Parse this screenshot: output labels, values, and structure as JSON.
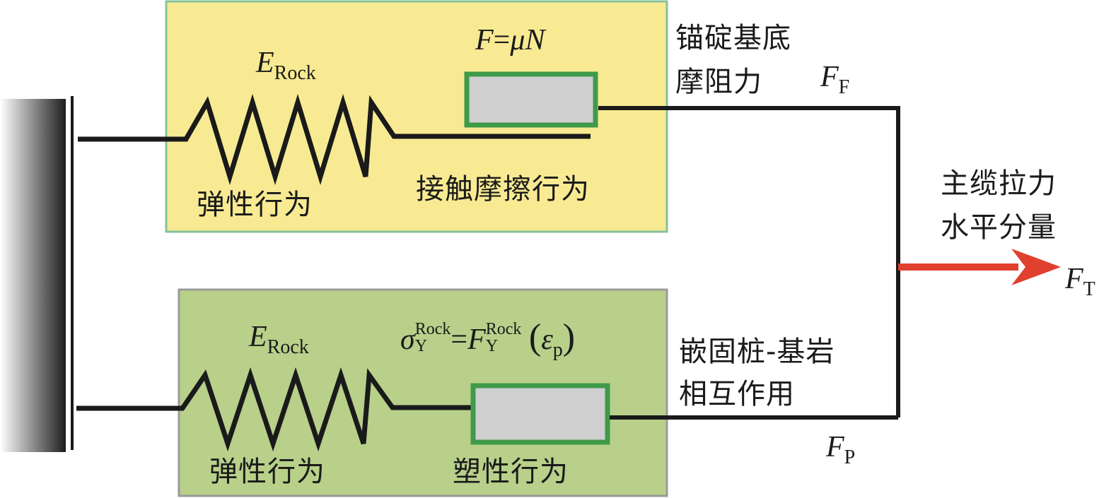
{
  "title": "Anchorage foundation mechanical model",
  "colors": {
    "upper_box_fill": "#f7ea92",
    "upper_box_border": "#86c29a",
    "lower_box_fill": "#b8d08a",
    "lower_box_border": "#9a9a9a",
    "slider_fill": "#cfcfcf",
    "slider_border": "#3f9a4a",
    "line": "#1a1a1a",
    "arrow": "#e0402e"
  },
  "upper_box": {
    "spring_symbol": "E",
    "spring_subscript": "Rock",
    "spring_label": "弹性行为",
    "slider_formula": {
      "F": "F",
      "eq": "=",
      "mu": "μ",
      "N": "N"
    },
    "slider_label": "接触摩擦行为"
  },
  "lower_box": {
    "spring_symbol": "E",
    "spring_subscript": "Rock",
    "spring_label": "弹性行为",
    "slider_formula": {
      "sigma": "σ",
      "sigma_sup": "Rock",
      "sigma_sub": "Y",
      "eq": "=",
      "F": "F",
      "F_sup": "Rock",
      "F_sub": "Y",
      "lparen": "(",
      "eps": "ε",
      "eps_sub": "p",
      "rparen": ")"
    },
    "slider_label": "塑性行为"
  },
  "annotations": {
    "friction_line1": "锚碇基底",
    "friction_line2": "摩阻力",
    "friction_symbol": "F",
    "friction_subscript": "F",
    "pile_line1": "嵌固桩-基岩",
    "pile_line2": "相互作用",
    "pile_symbol": "F",
    "pile_subscript": "P",
    "cable_line1": "主缆拉力",
    "cable_line2": "水平分量",
    "cable_symbol": "F",
    "cable_subscript": "T"
  }
}
